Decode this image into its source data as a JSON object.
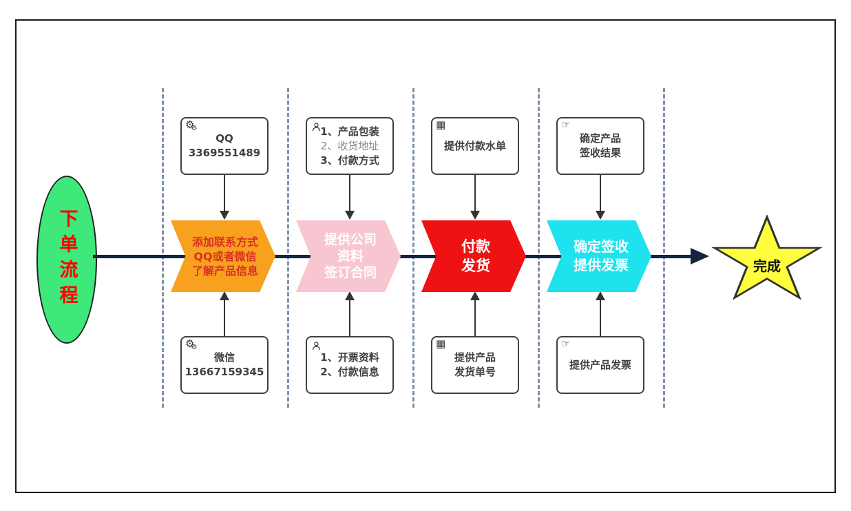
{
  "flow": {
    "start_label": "下单流程",
    "end_label": "完成",
    "stages": [
      {
        "top_box": {
          "icon": "gears-icon",
          "lines": [
            "QQ",
            "3369551489"
          ]
        },
        "chevron_lines": [
          "添加联系方式",
          "QQ或者微信",
          "了解产品信息"
        ],
        "bottom_box": {
          "icon": "gears-icon",
          "lines": [
            "微信",
            "13667159345"
          ]
        }
      },
      {
        "top_box": {
          "icon": "person-icon",
          "lines": [
            "1、产品包装",
            "2、收货地址",
            "3、付款方式"
          ]
        },
        "chevron_lines": [
          "提供公司",
          "资料",
          "签订合同"
        ],
        "bottom_box": {
          "icon": "person-icon",
          "lines": [
            "1、开票资料",
            "2、付款信息"
          ]
        }
      },
      {
        "top_box": {
          "icon": "table-icon",
          "lines": [
            "提供付款水单"
          ]
        },
        "chevron_lines": [
          "付款",
          "发货"
        ],
        "bottom_box": {
          "icon": "table-icon",
          "lines": [
            "提供产品",
            "发货单号"
          ]
        }
      },
      {
        "top_box": {
          "icon": "hand-icon",
          "lines": [
            "确定产品",
            "签收结果"
          ]
        },
        "chevron_lines": [
          "确定签收",
          "提供发票"
        ],
        "bottom_box": {
          "icon": "hand-icon",
          "lines": [
            "提供产品发票"
          ]
        }
      }
    ],
    "icons": {
      "gear": "⚙",
      "table": "▦",
      "hand": "☞"
    },
    "colors": {
      "start_fill": "#3EE87B",
      "start_text": "#FF0000",
      "chevron_fills": [
        "#F7A11E",
        "#F8C6D0",
        "#EE1213",
        "#1EE2EE"
      ],
      "chevron1_text": "#D93025",
      "main_line": "#152540",
      "dashed_separator": "#7E90A8",
      "star_fill": "#FFFF3D",
      "box_border": "#404040"
    }
  }
}
